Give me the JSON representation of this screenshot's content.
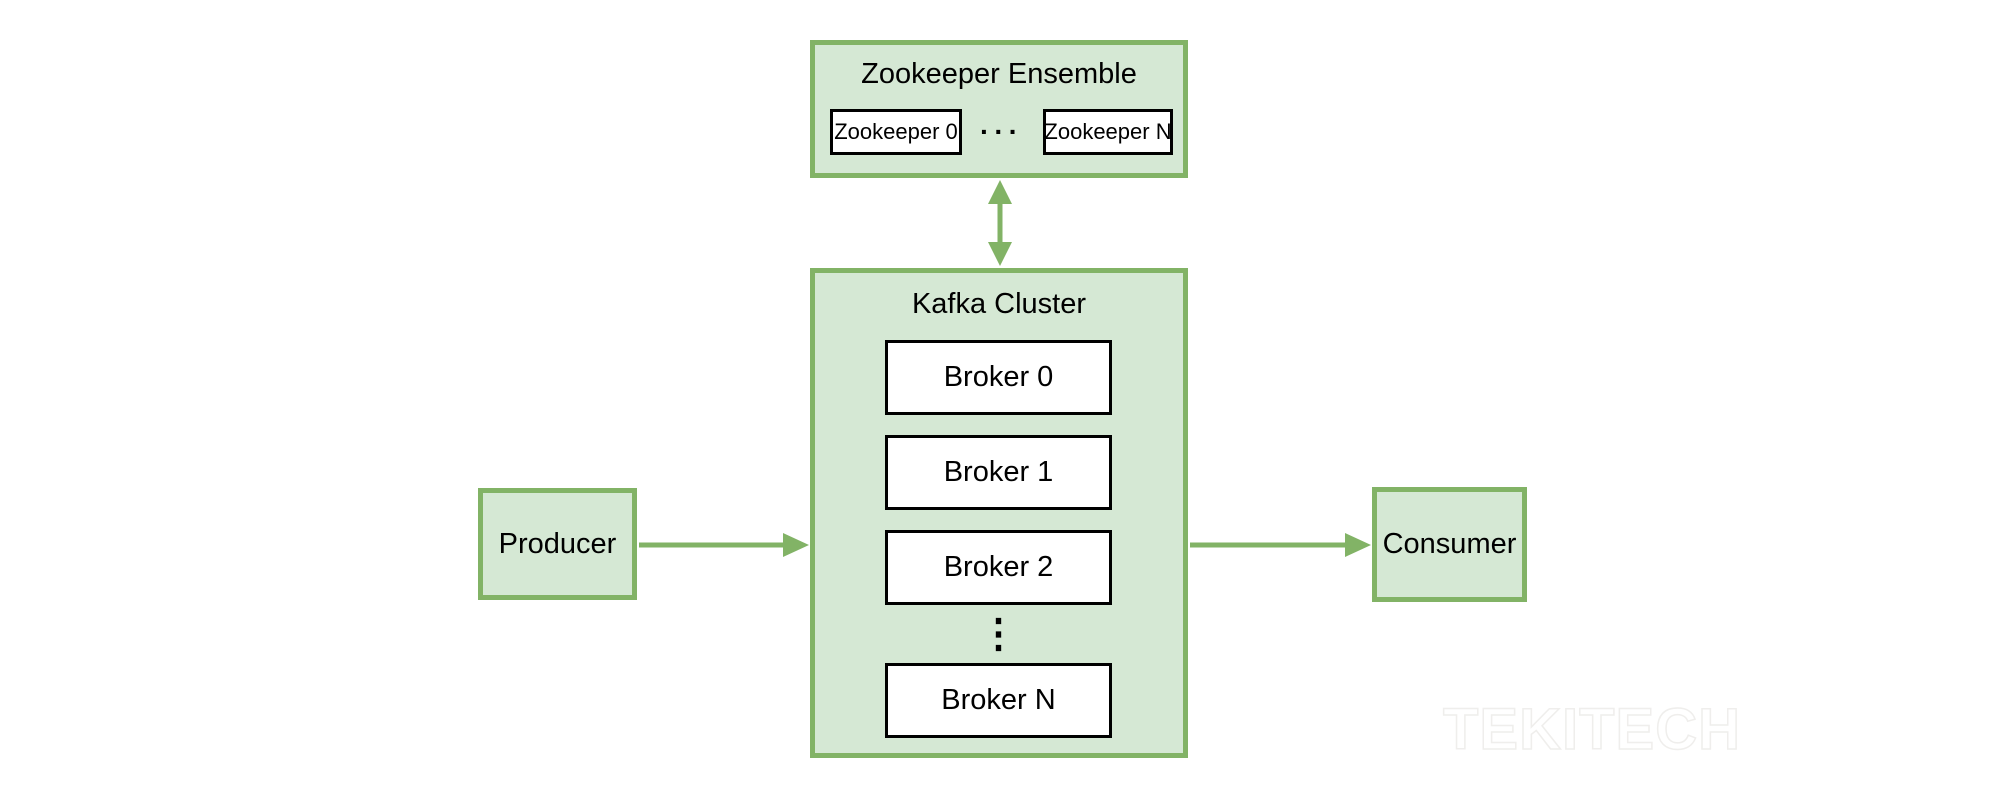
{
  "zookeeper_ensemble": {
    "title": "Zookeeper Ensemble",
    "nodes": [
      {
        "label": "Zookeeper 0"
      },
      {
        "label": "Zookeeper N"
      }
    ],
    "ellipsis": "···"
  },
  "kafka_cluster": {
    "title": "Kafka Cluster",
    "brokers": [
      {
        "label": "Broker 0"
      },
      {
        "label": "Broker 1"
      },
      {
        "label": "Broker 2"
      },
      {
        "label": "Broker N"
      }
    ],
    "ellipsis": "⋮"
  },
  "producer": {
    "label": "Producer"
  },
  "consumer": {
    "label": "Consumer"
  },
  "watermark": "TEKITECH",
  "colors": {
    "node_fill": "#d5e8d4",
    "node_border": "#82b366",
    "arrow": "#82b366",
    "inner_box_fill": "#ffffff",
    "inner_box_border": "#000000",
    "text": "#000000",
    "background": "#ffffff"
  }
}
